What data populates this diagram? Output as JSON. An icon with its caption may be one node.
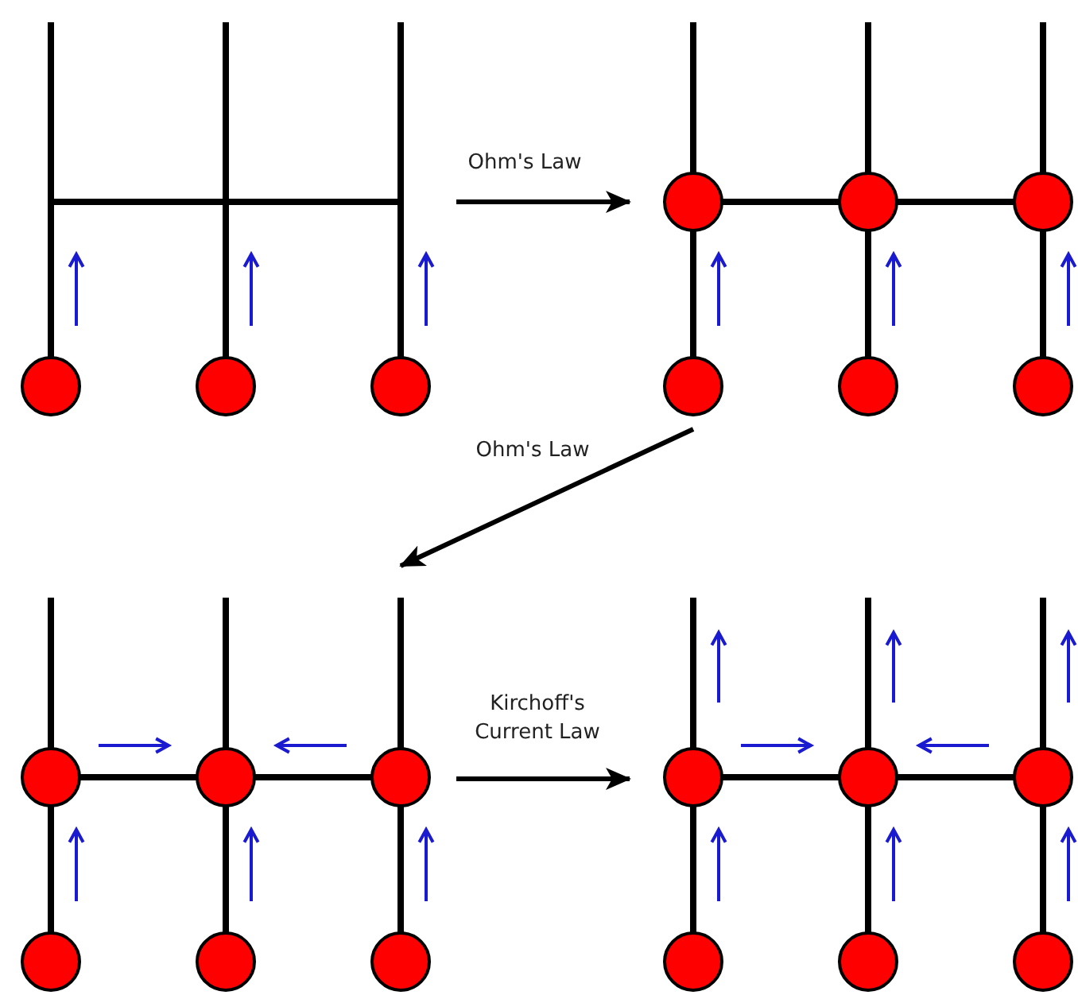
{
  "diagram": {
    "nodes": [
      {
        "text": [],
        "shape": "picture"
      },
      {
        "text": [],
        "shape": "picture"
      },
      {
        "text": [],
        "shape": "picture"
      },
      {
        "text": [],
        "shape": "picture"
      }
    ],
    "edges": [
      {
        "from": 0,
        "to": 1,
        "arrow": "to",
        "label": "Ohm's Law"
      },
      {
        "from": 1,
        "to": 2,
        "arrow": "to",
        "label": "Ohm's Law"
      },
      {
        "from": 2,
        "to": 3,
        "arrow": "to",
        "label": "Kirchoff's Current Law"
      }
    ]
  }
}
